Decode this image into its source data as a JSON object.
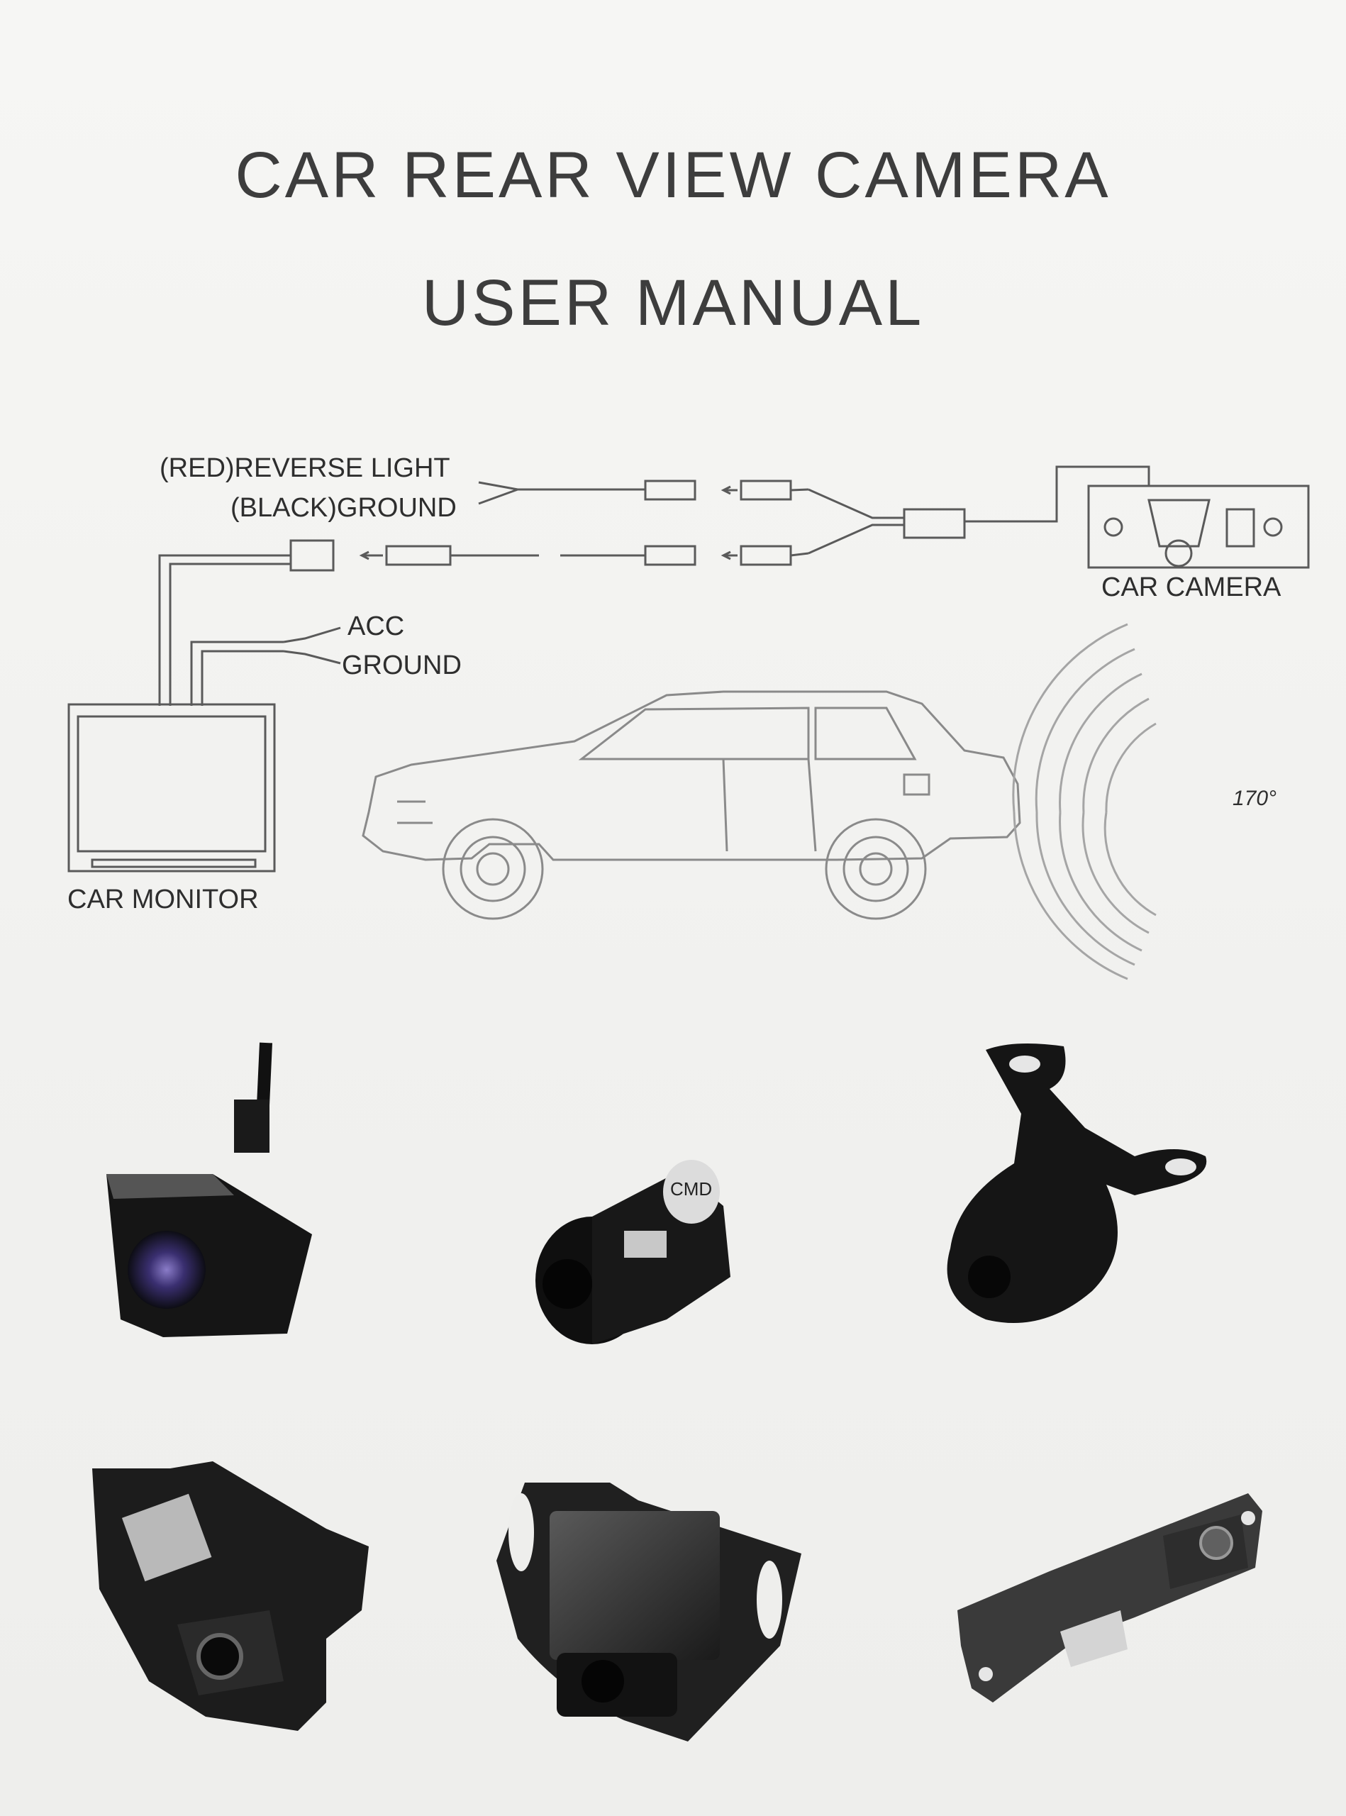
{
  "header": {
    "title_line1": "CAR REAR VIEW CAMERA",
    "title_line2": "USER MANUAL"
  },
  "diagram": {
    "reverse_light_label": "(RED)REVERSE LIGHT",
    "ground_label_top": "(BLACK)GROUND",
    "acc_label": "ACC",
    "ground_label_bottom": "GROUND",
    "car_camera_label": "CAR CAMERA",
    "car_monitor_label": "CAR MONITOR",
    "angle_label": "170°"
  },
  "product_photos": [
    {
      "id": "camera-1",
      "type": "bracket camera"
    },
    {
      "id": "camera-2",
      "type": "flush-mount round camera",
      "marking": "CMD"
    },
    {
      "id": "camera-3",
      "type": "butterfly mount camera"
    },
    {
      "id": "camera-4",
      "type": "license-plate light camera"
    },
    {
      "id": "camera-5",
      "type": "slotted plate camera"
    },
    {
      "id": "camera-6",
      "type": "license-plate light camera"
    }
  ]
}
